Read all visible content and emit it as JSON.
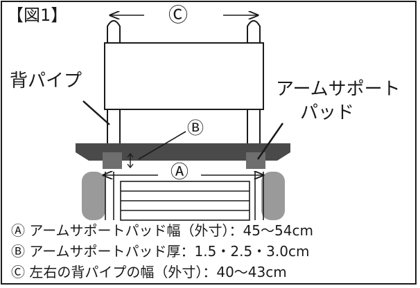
{
  "figure": {
    "label": "【図1】",
    "callouts": {
      "back_pipe": "背パイプ",
      "arm_support_pad_line1": "アームサポート",
      "arm_support_pad_line2": "パッド"
    },
    "markers": {
      "a": "Ⓐ",
      "b": "Ⓑ",
      "c": "Ⓒ"
    }
  },
  "legend": [
    "Ⓐ アームサポートパッド幅（外寸）：45〜54cm",
    "Ⓑ アームサポートパッド厚：1.5・2.5・3.0cm",
    "Ⓒ 左右の背パイプの幅（外寸）：40〜43cm"
  ],
  "colors": {
    "line": "#1a1a1a",
    "pipe_fill": "#ffffff",
    "armrest": "#4a4a4a",
    "pad": "#6e6e6e",
    "tire": "#9a9a9a"
  }
}
